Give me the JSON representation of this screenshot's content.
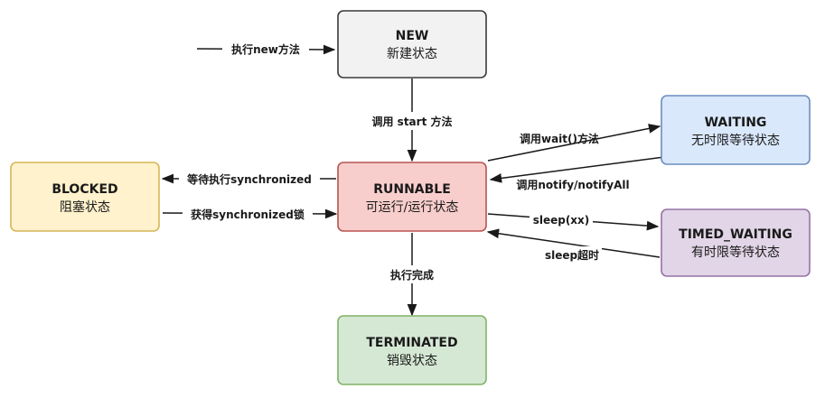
{
  "colors": {
    "new_fill": "#f2f2f2",
    "new_stroke": "#3a3a3a",
    "runnable_fill": "#f8cecc",
    "runnable_stroke": "#b85450",
    "blocked_fill": "#fff2cc",
    "blocked_stroke": "#d6b656",
    "waiting_fill": "#dae8fc",
    "waiting_stroke": "#6c8ebf",
    "timed_fill": "#e1d5e7",
    "timed_stroke": "#9673a6",
    "terminated_fill": "#d5e8d4",
    "terminated_stroke": "#82b366"
  },
  "nodes": {
    "new": {
      "title": "NEW",
      "subtitle": "新建状态"
    },
    "runnable": {
      "title": "RUNNABLE",
      "subtitle": "可运行/运行状态"
    },
    "blocked": {
      "title": "BLOCKED",
      "subtitle": "阻塞状态"
    },
    "waiting": {
      "title": "WAITING",
      "subtitle": "无时限等待状态"
    },
    "timed_waiting": {
      "title": "TIMED_WAITING",
      "subtitle": "有时限等待状态"
    },
    "terminated": {
      "title": "TERMINATED",
      "subtitle": "销毁状态"
    }
  },
  "edges": {
    "start_new": "执行new方法",
    "new_runnable": "调用 start 方法",
    "runnable_blocked": "等待执行synchronized",
    "blocked_runnable": "获得synchronized锁",
    "runnable_waiting": "调用wait()方法",
    "waiting_runnable": "调用notify/notifyAll",
    "runnable_timed": "sleep(xx)",
    "timed_runnable": "sleep超时",
    "runnable_terminated": "执行完成"
  }
}
